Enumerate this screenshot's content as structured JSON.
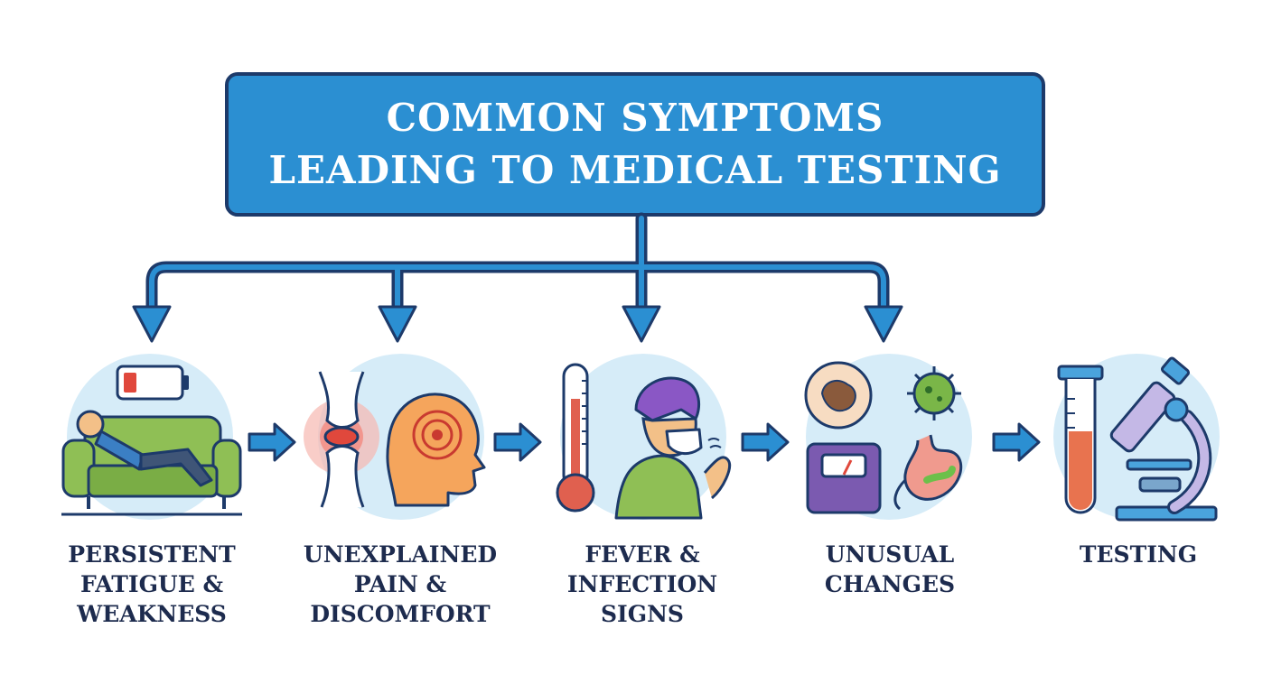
{
  "title": {
    "line1": "COMMON SYMPTOMS",
    "line2": "LEADING TO MEDICAL TESTING"
  },
  "steps": [
    {
      "lines": [
        "PERSISTENT",
        "FATIGUE &",
        "WEAKNESS"
      ],
      "icon": "fatigue-icon"
    },
    {
      "lines": [
        "UNEXPLAINED",
        "PAIN &",
        "DISCOMFORT"
      ],
      "icon": "pain-icon"
    },
    {
      "lines": [
        "FEVER &",
        "INFECTION",
        "SIGNS"
      ],
      "icon": "fever-icon"
    },
    {
      "lines": [
        "UNUSUAL",
        "CHANGES"
      ],
      "icon": "changes-icon"
    },
    {
      "lines": [
        "TESTING"
      ],
      "icon": "testing-icon"
    }
  ],
  "colors": {
    "title_fill": "#2b8fd2",
    "outline": "#1d3a6a",
    "circle_bg": "#d6ecf8",
    "label_text": "#1d2b4e"
  }
}
